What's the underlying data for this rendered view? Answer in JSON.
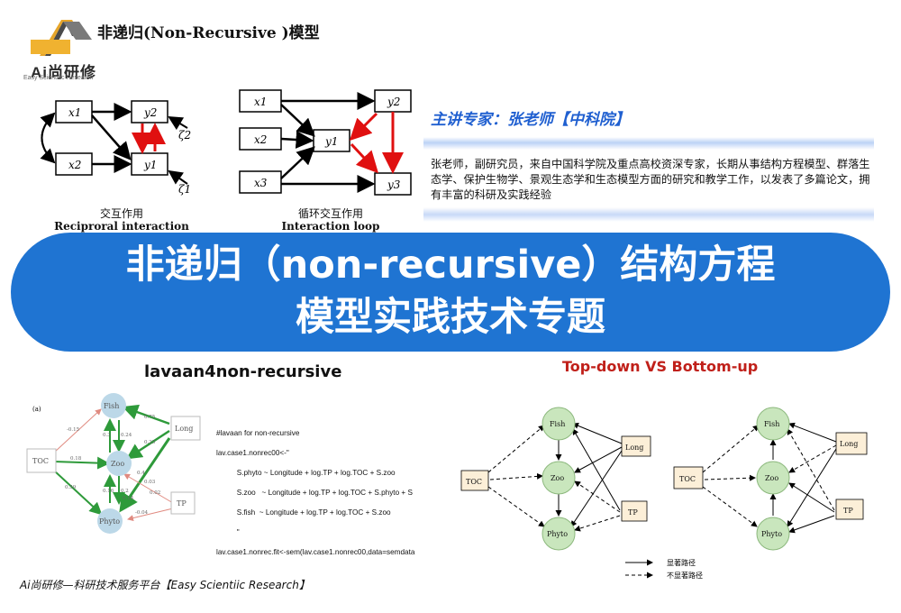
{
  "header": {
    "title": "非递归(Non-Recursive )模型"
  },
  "logo": {
    "name": "Ai尚研修",
    "subtitle": "Easy Scientific Research"
  },
  "fig_reciprocal": {
    "nodes": [
      "x1",
      "x2",
      "y2",
      "y1",
      "ζ2",
      "ζ1"
    ],
    "caption_cn": "交互作用",
    "caption_en": "Reciproral interaction"
  },
  "fig_loop": {
    "nodes": [
      "x1",
      "x2",
      "x3",
      "y1",
      "y2",
      "y3"
    ],
    "caption_cn": "循环交互作用",
    "caption_en": "Interaction loop"
  },
  "expert": {
    "title": "主讲专家：张老师【中科院】",
    "description": "张老师，副研究员，来自中国科学院及重点高校资深专家，长期从事结构方程模型、群落生态学、保护生物学、景观生态学和生态模型方面的研究和教学工作，以发表了多篇论文，拥有丰富的科研及实践经验"
  },
  "banner": {
    "line1": "非递归（non-recursive）结构方程",
    "line2": "模型实践技术专题"
  },
  "lavaan": {
    "title": "lavaan4non-recursive",
    "panel_label": "(a)",
    "nodes": [
      "Fish",
      "Zoo",
      "Phyto",
      "TOC",
      "Long",
      "TP"
    ],
    "coefficients": [
      "-0.15",
      "0.3",
      "0.18",
      "0.59",
      "0.75",
      "0.25",
      "0.4",
      "0.03",
      "0.24",
      "0.16",
      "0.2",
      "0.14",
      "0.02",
      "-0.04"
    ],
    "code": [
      "#lavaan for non-recursive",
      "lav.case1.nonrec00<-\"",
      "          S.phyto ~ Longitude + log.TP + log.TOC + S.zoo",
      "          S.zoo   ~ Longitude + log.TP + log.TOC + S.phyto + S",
      "          S.fish  ~ Longitude + log.TP + log.TOC + S.zoo",
      "          \"",
      "lav.case1.nonrec.fit<-sem(lav.case1.nonrec00,data=semdata"
    ]
  },
  "topdown": {
    "title": "Top-down VS Bottom-up",
    "nodes": [
      "Fish",
      "Zoo",
      "Phyto",
      "TOC",
      "Long",
      "TP"
    ],
    "legend_solid": "显著路径",
    "legend_dashed": "不显著路径"
  },
  "footer": "Ai尚研修—科研技术服务平台【Easy Scientiic Research】"
}
